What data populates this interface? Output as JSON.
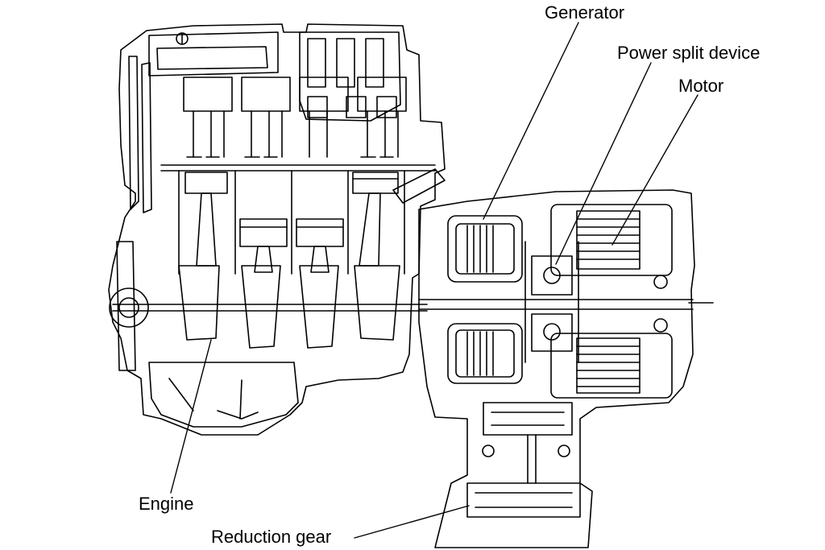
{
  "diagram": {
    "labels": {
      "generator": "Generator",
      "power_split_device": "Power split device",
      "motor": "Motor",
      "engine": "Engine",
      "reduction_gear": "Reduction gear"
    },
    "line_color": "#000000",
    "background_color": "#ffffff"
  }
}
